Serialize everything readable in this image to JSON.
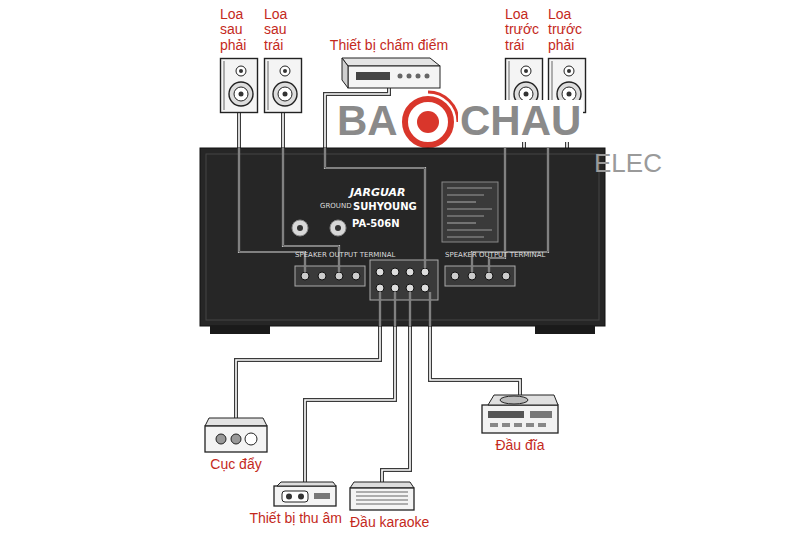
{
  "diagram": {
    "nodes": [
      {
        "text": [
          "Loa sau phải"
        ]
      },
      {
        "text": [
          "Loa sau trái"
        ]
      },
      {
        "text": [
          "Thiết bị chấm điểm"
        ]
      },
      {
        "text": [
          "Loa trước trái"
        ]
      },
      {
        "text": [
          "Loa trước phải"
        ]
      },
      {
        "text": [
          "JARGUAR",
          "SUHYOUNG",
          "PA-506N"
        ]
      },
      {
        "text": [
          "Đầu đĩa"
        ]
      },
      {
        "text": [
          "Cục đẩy"
        ]
      },
      {
        "text": [
          "Thiết bị thu âm"
        ]
      },
      {
        "text": [
          "Đầu karaoke"
        ]
      }
    ],
    "edges": [
      {
        "from": 0,
        "to": 5,
        "arrow": "none"
      },
      {
        "from": 1,
        "to": 5,
        "arrow": "none"
      },
      {
        "from": 2,
        "to": 5,
        "arrow": "none"
      },
      {
        "from": 3,
        "to": 5,
        "arrow": "none"
      },
      {
        "from": 4,
        "to": 5,
        "arrow": "none"
      },
      {
        "from": 6,
        "to": 5,
        "arrow": "none"
      },
      {
        "from": 7,
        "to": 5,
        "arrow": "none"
      },
      {
        "from": 8,
        "to": 5,
        "arrow": "none"
      },
      {
        "from": 9,
        "to": 5,
        "arrow": "none"
      }
    ],
    "labels": [
      "BA",
      "CHAU",
      "ELEC",
      "GROUND",
      "SPEAKER OUTPUT TERMINAL",
      "SPEAKER OUTPUT TERMINAL"
    ]
  }
}
